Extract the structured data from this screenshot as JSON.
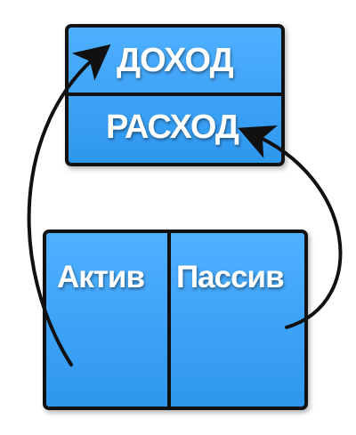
{
  "top_box": {
    "income_label": "ДОХОД",
    "expense_label": "РАСХОД"
  },
  "bottom_box": {
    "asset_label": "Актив",
    "liability_label": "Пассив"
  },
  "colors": {
    "box_fill": "#3aa3f5",
    "border": "#111111",
    "text": "#ffffff"
  }
}
